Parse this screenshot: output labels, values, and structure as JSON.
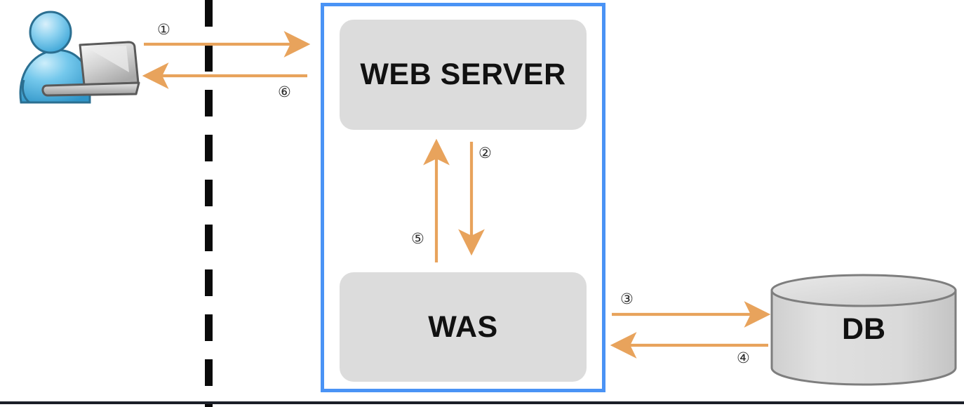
{
  "diagram": {
    "title": "Web Server / WAS / DB request flow",
    "colors": {
      "arrow": "#e8a35c",
      "container_border": "#4a93f5",
      "node_fill": "#dcdcdc",
      "node_stroke": "#8a8a8a",
      "boundary_dash": "#0a0a0a",
      "text": "#111111",
      "bottom_rule": "#1b1f28",
      "actor_blue_light": "#a8dcf5",
      "actor_blue_mid": "#4fb3e0",
      "actor_blue_dark": "#2a7fae",
      "laptop_gray_light": "#e8e8e8",
      "laptop_gray_dark": "#8f8f8f"
    },
    "actor": {
      "name": "user-with-laptop",
      "icon": "user-laptop-icon"
    },
    "boundary": {
      "name": "network-boundary",
      "style": "dashed-vertical"
    },
    "container": {
      "label": "",
      "name": "server-zone"
    },
    "nodes": [
      {
        "id": "web-server",
        "label": "WEB SERVER"
      },
      {
        "id": "was",
        "label": "WAS"
      },
      {
        "id": "db",
        "label": "DB"
      }
    ],
    "steps": [
      {
        "id": 1,
        "badge": "①",
        "from": "client",
        "to": "web-server",
        "direction": "right"
      },
      {
        "id": 2,
        "badge": "②",
        "from": "web-server",
        "to": "was",
        "direction": "down"
      },
      {
        "id": 3,
        "badge": "③",
        "from": "was",
        "to": "db",
        "direction": "right"
      },
      {
        "id": 4,
        "badge": "④",
        "from": "db",
        "to": "was",
        "direction": "left"
      },
      {
        "id": 5,
        "badge": "⑤",
        "from": "was",
        "to": "web-server",
        "direction": "up"
      },
      {
        "id": 6,
        "badge": "⑥",
        "from": "web-server",
        "to": "client",
        "direction": "left"
      }
    ]
  }
}
